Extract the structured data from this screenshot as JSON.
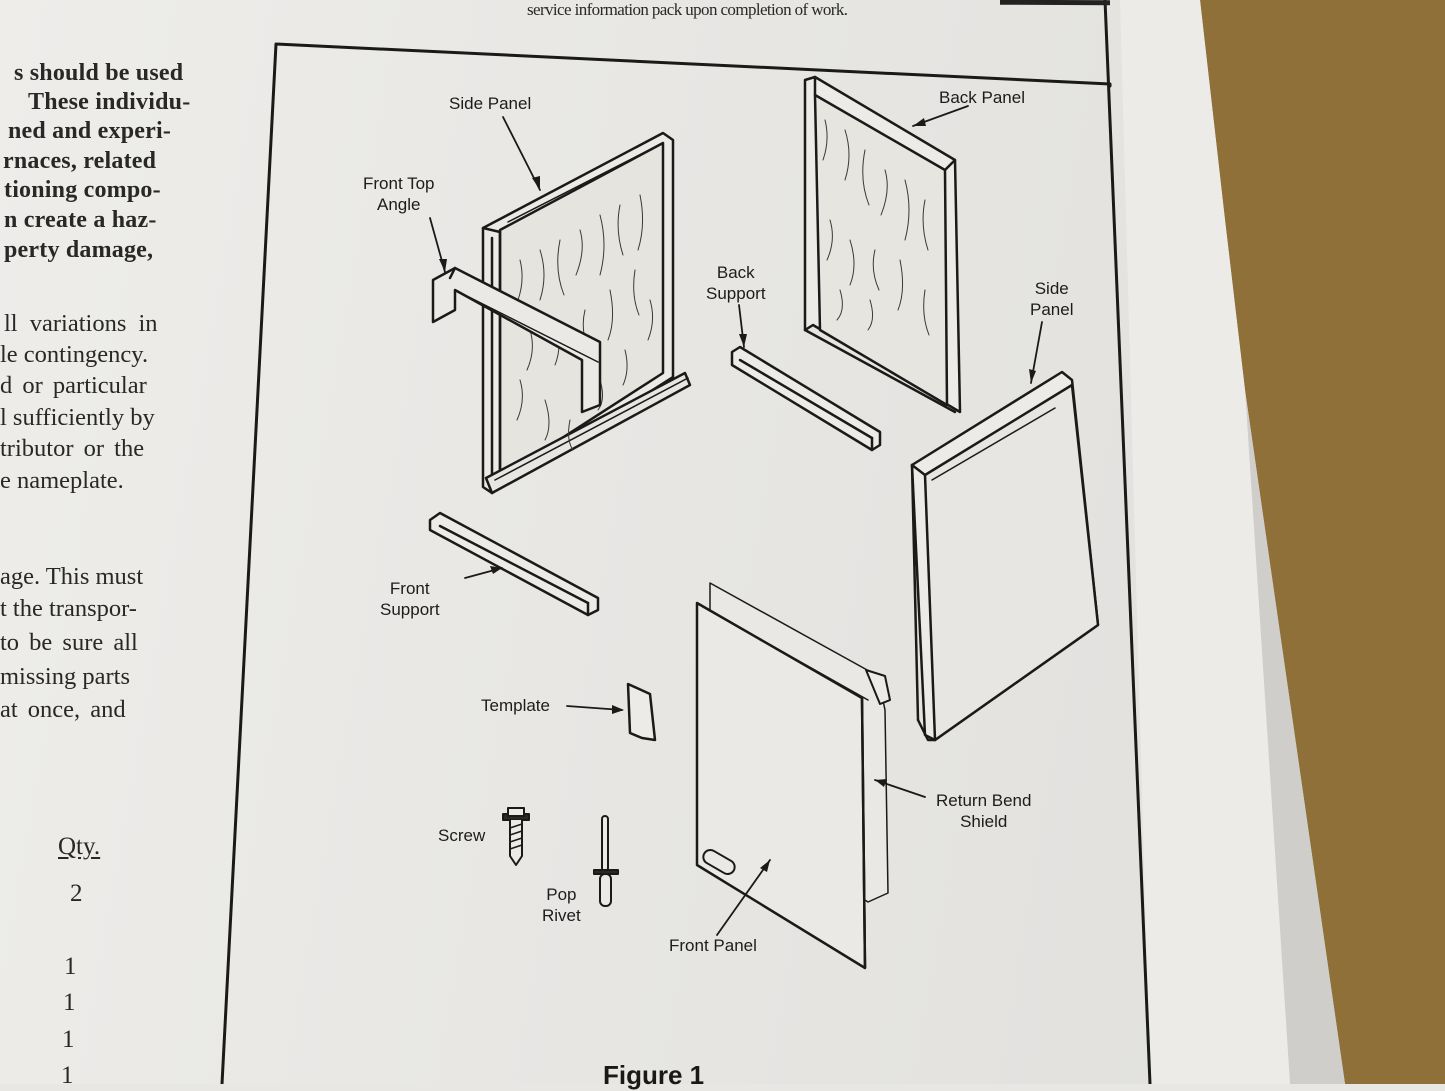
{
  "top_note": {
    "text": "service information pack upon completion of work."
  },
  "left_column": {
    "paragraph_1_bold": [
      "s should be used",
      "These individu-",
      "ned and experi-",
      "rnaces, related",
      "tioning compo-",
      "n create a haz-",
      "perty  damage,"
    ],
    "paragraph_2": [
      "ll  variations  in",
      "le contingency.",
      "d  or  particular",
      "l sufficiently by",
      "tributor  or  the",
      "e nameplate."
    ],
    "paragraph_3": [
      "age. This must",
      "t the transpor-",
      "to  be  sure  all",
      "missing parts",
      " at  once,  and"
    ],
    "qty_header": "Qty.",
    "qty_values": [
      "2",
      "1",
      "1",
      "1",
      "1"
    ]
  },
  "figure": {
    "caption": "Figure 1",
    "labels": {
      "side_panel_left": "Side Panel",
      "front_top_angle": [
        "Front Top",
        "Angle"
      ],
      "back_panel": "Back Panel",
      "back_support": [
        "Back",
        "Support"
      ],
      "side_panel_right": [
        "Side",
        "Panel"
      ],
      "front_support": [
        "Front",
        "Support"
      ],
      "template": "Template",
      "return_bend_shield": [
        "Return Bend",
        "Shield"
      ],
      "screw": "Screw",
      "pop_rivet": [
        "Pop",
        "Rivet"
      ],
      "front_panel": "Front Panel"
    }
  },
  "colors": {
    "paper": "#e9e7e3",
    "ink": "#1d1c1b",
    "cardboard": "#8f7038"
  }
}
